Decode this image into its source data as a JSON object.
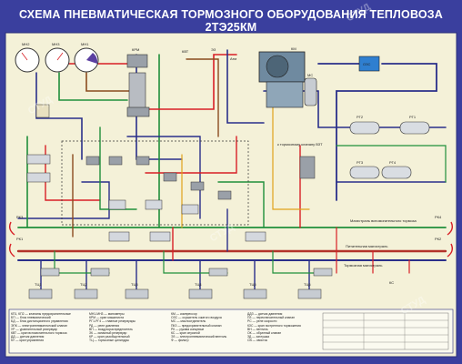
{
  "title": "СХЕМА ПНЕВМАТИЧЕСКАЯ ТОРМОЗНОГО ОБОРУДОВАНИЯ ТЕПЛОВОЗА 2ТЭ25КМ",
  "watermark": "СТУД",
  "colors": {
    "background": "#3a3f9e",
    "board": "#f4f1d8",
    "line_feed": "#1f8f3a",
    "line_brake": "#d81f26",
    "line_main": "#2a2f8a",
    "line_aux": "#8a4b1e",
    "line_control": "#e0a21a"
  },
  "labels": {
    "gauges": [
      "МН2",
      "МН3",
      "МН1"
    ],
    "kran": "КРМ",
    "kv": "КВТ",
    "ez": "ЭЗ",
    "km": "КМ",
    "ms": "МС",
    "atm": "Атм",
    "cooler": "ОЗС",
    "to_brake_valve": "к тормозному клапану ВЗТ",
    "rg": [
      "РГ1",
      "РГ2",
      "РГ3",
      "РГ4"
    ],
    "brake_line_note": "Магистраль вспомогательного тормоза",
    "feed_line": "Питательная магистраль",
    "brake_line": "Тормозная магистраль",
    "rk": [
      "РК1",
      "РК2",
      "РК3",
      "РК4"
    ],
    "tc": [
      "ТЦ1",
      "ТЦ2",
      "ТЦ3",
      "ТЦ4",
      "ТЦ5",
      "ТЦ6"
    ],
    "ks": "КС"
  },
  "legend": {
    "col1": "КП1, КП2 — клапаны предохранительные\nБП — блок пневматический\nБД — блок дистанционного управления\nЭПК — электропневматический клапан\nУР — уравнительный резервуар\nКВТ — кран вспомогательного тормоза\nДД — датчик давления\nКУ — кран управления",
    "col2": "МН1-МН3 — манометры\nКРМ — кран машиниста\nРГ1-РГ4 — главные резервуары\nРД — реле давления\nВП — воздухораспределитель\nЗК — запасный резервуар\nКР — кран разобщительный\nТЦ — тормозные цилиндры",
    "col3": "КМ — компрессор\nОЗС — осушитель сжатого воздуха\nМС — маслоотделитель\nПКЗ — предохранительный клапан\nРК — рукава концевые\nКС — кран спускной\nЭЗ — электропневматический вентиль\nФ — фильтр",
    "col4": "ДДЗ — датчик давления\nПЗ — переключательный клапан\nРС — реле скорости\nКЗС — кран экстренного торможения\nВН — вентиль\nОК — обратный клапан\nЗД — заглушка\nСВ — свисток"
  }
}
